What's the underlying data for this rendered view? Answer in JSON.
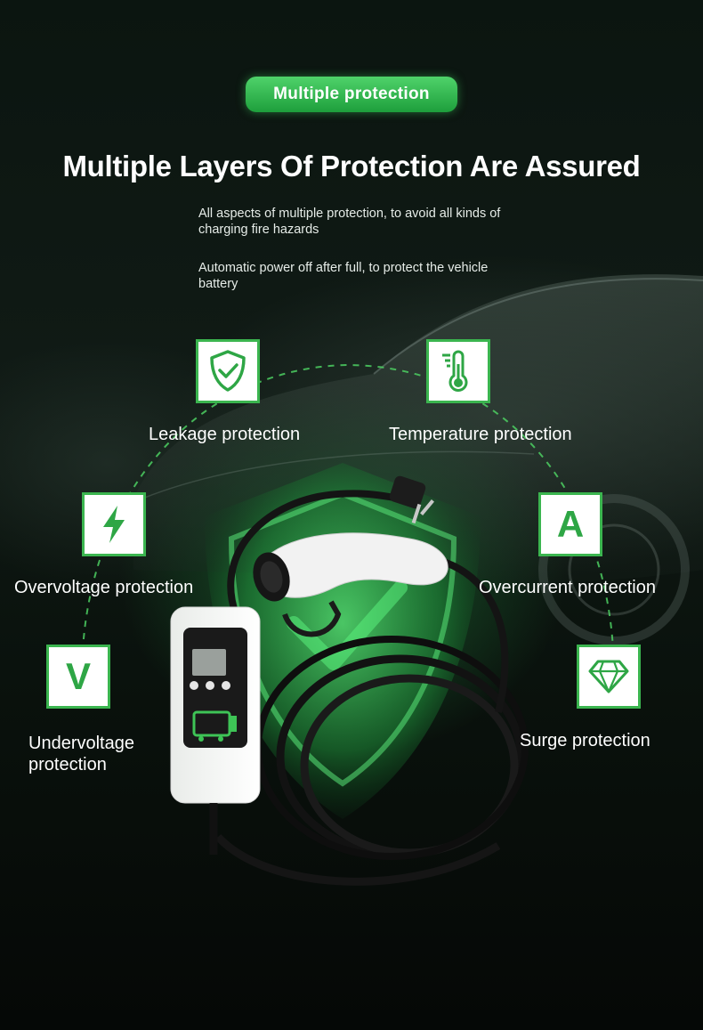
{
  "header": {
    "badge": "Multiple protection",
    "title": "Multiple Layers Of Protection Are Assured"
  },
  "descriptions": [
    "All aspects of multiple protection, to avoid all kinds of charging fire hazards",
    "Automatic power off after full, to protect the vehicle battery"
  ],
  "features": [
    {
      "label": "Leakage protection",
      "icon": "shield-check-icon"
    },
    {
      "label": "Temperature protection",
      "icon": "thermometer-icon"
    },
    {
      "label": "Overvoltage protection",
      "icon": "lightning-bolt-icon"
    },
    {
      "label": "Overcurrent protection",
      "icon": "letter-a-icon",
      "glyph": "A"
    },
    {
      "label": "Undervoltage protection",
      "icon": "letter-v-icon",
      "glyph": "V"
    },
    {
      "label": "Surge protection",
      "icon": "diamond-icon"
    }
  ],
  "colors": {
    "accent": "#3bb54f",
    "badge": "#2fb34d",
    "background": "#0b1510"
  }
}
